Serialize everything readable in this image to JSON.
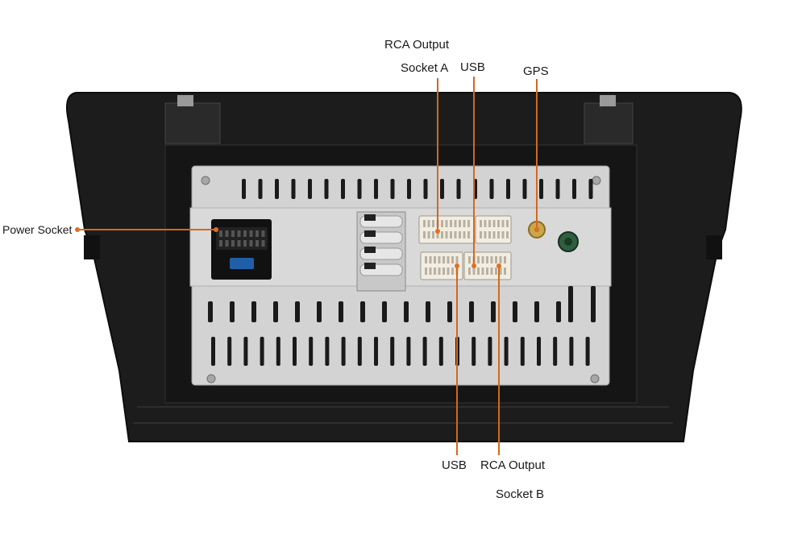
{
  "labels": {
    "rca_output_a_line1": "RCA Output",
    "rca_output_a_line2": "Socket A",
    "usb_top": "USB",
    "gps": "GPS",
    "power_socket": "Power Socket",
    "usb_bottom": "USB",
    "rca_output_b_line1": "RCA Output",
    "rca_output_b_line2": "Socket B"
  },
  "colors": {
    "leader_line": "#d2691e",
    "leader_dot": "#e07020",
    "frame": "#1c1c1c",
    "metal_panel": "#d3d3d3",
    "connector": "#f2ede3",
    "power_connector": "#111111",
    "power_connector_accent": "#1f5fa8",
    "gps_connector": "#c9a74a",
    "green_connector": "#2f5f3f"
  }
}
